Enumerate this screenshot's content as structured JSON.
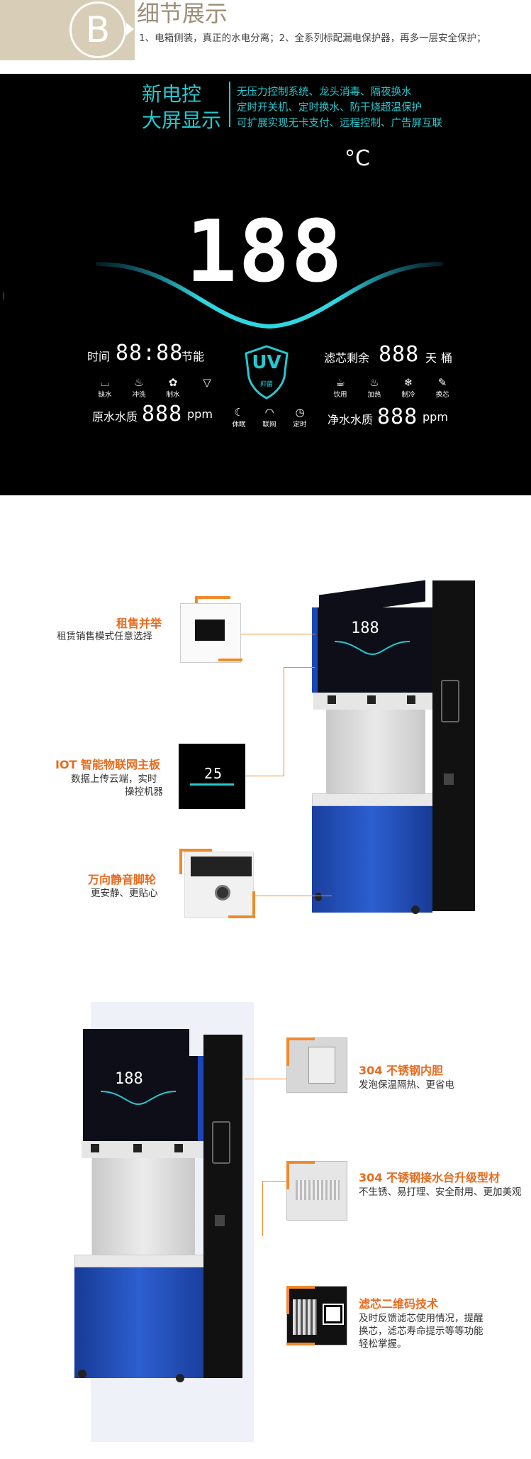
{
  "header": {
    "badge_letter": "B",
    "title": "细节展示",
    "subtitle": "1、电箱侧装，真正的水电分离；2、全系列标配漏电保护器，再多一层安全保护；"
  },
  "panel": {
    "headline_1": "新电控",
    "headline_2": "大屏显示",
    "features": [
      "无压力控制系统、龙头消毒、隔夜换水",
      "定时开关机、定时换水、防干烧超温保护",
      "可扩展实现无卡支付、远程控制、广告屏互联"
    ],
    "temperature_digits": "188",
    "temperature_unit": "°C",
    "time_label": "时间",
    "time_digits": "88:88",
    "energy_label": "节能",
    "filter_label": "滤芯剩余",
    "filter_digits": "888",
    "day_label": "天",
    "barrel_label": "桶",
    "uv_label": "UV",
    "uv_sub": "抑菌",
    "left_icons": [
      {
        "glyph": "⌴",
        "label": "缺水"
      },
      {
        "glyph": "♨",
        "label": "冲洗"
      },
      {
        "glyph": "✿",
        "label": "制水"
      },
      {
        "glyph": "▽",
        "label": ""
      }
    ],
    "right_icons": [
      {
        "glyph": "☕",
        "label": "饮用"
      },
      {
        "glyph": "♨",
        "label": "加热"
      },
      {
        "glyph": "❄",
        "label": "制冷"
      },
      {
        "glyph": "✎",
        "label": "换芯"
      }
    ],
    "mid_icons": [
      {
        "glyph": "☾",
        "label": "休眠"
      },
      {
        "glyph": "◠",
        "label": "联网"
      },
      {
        "glyph": "◷",
        "label": "定时"
      }
    ],
    "raw_label": "原水水质",
    "raw_digits": "888",
    "raw_unit": "ppm",
    "pure_label": "净水水质",
    "pure_digits": "888",
    "pure_unit": "ppm"
  },
  "section1": {
    "callouts": [
      {
        "title": "租售并举",
        "text": "租赁销售模式任意选择"
      },
      {
        "title": "IOT 智能物联网主板",
        "text_1": "数据上传云端，实时",
        "text_2": "操控机器"
      },
      {
        "title": "万向静音脚轮",
        "text": "更安静、更贴心"
      }
    ],
    "iot_thumb_digits": "25"
  },
  "machine": {
    "screen_digits": "188"
  },
  "section2": {
    "callouts": [
      {
        "title": "304 不锈钢内胆",
        "text": "发泡保温隔热、更省电"
      },
      {
        "title": "304 不锈钢接水台升级型材",
        "text": "不生锈、易打理、安全耐用、更加美观"
      },
      {
        "title": "滤芯二维码技术",
        "text_1": "及时反馈滤芯使用情况，提醒",
        "text_2": "换芯，滤芯寿命提示等等功能",
        "text_3": "轻松掌握。"
      }
    ]
  },
  "colors": {
    "accent_orange": "#e86b1f",
    "cyan": "#26c9cf",
    "header_beige": "#d8cdb6",
    "machine_blue": "#1a47b8"
  }
}
